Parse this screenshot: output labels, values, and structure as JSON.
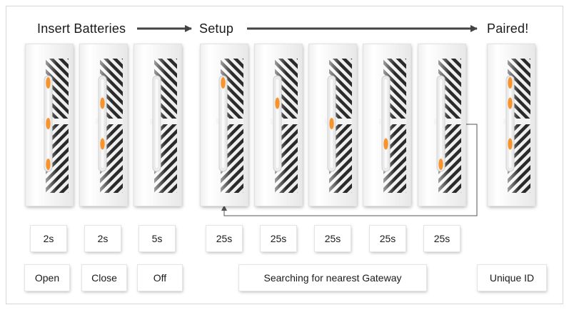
{
  "headings": {
    "insert": "Insert Batteries",
    "setup": "Setup",
    "paired": "Paired!"
  },
  "colors": {
    "led": "#f7942e",
    "stripe": "#2a2a2a",
    "arrow": "#444444",
    "loop_line": "#555555"
  },
  "devices": [
    {
      "leds": [
        1,
        2,
        3
      ]
    },
    {
      "leds": [
        1.5,
        2.5
      ]
    },
    {
      "leds": []
    },
    {
      "leds": [
        1
      ]
    },
    {
      "leds": [
        1.5
      ]
    },
    {
      "leds": [
        2
      ]
    },
    {
      "leds": [
        2.5
      ]
    },
    {
      "leds": [
        3
      ]
    },
    {
      "leds": [
        1,
        1.5,
        2.5
      ]
    }
  ],
  "timings": [
    "2s",
    "2s",
    "5s",
    "25s",
    "25s",
    "25s",
    "25s",
    "25s"
  ],
  "labels": {
    "open": "Open",
    "close": "Close",
    "off": "Off",
    "searching": "Searching for nearest Gateway",
    "unique_id": "Unique ID"
  }
}
